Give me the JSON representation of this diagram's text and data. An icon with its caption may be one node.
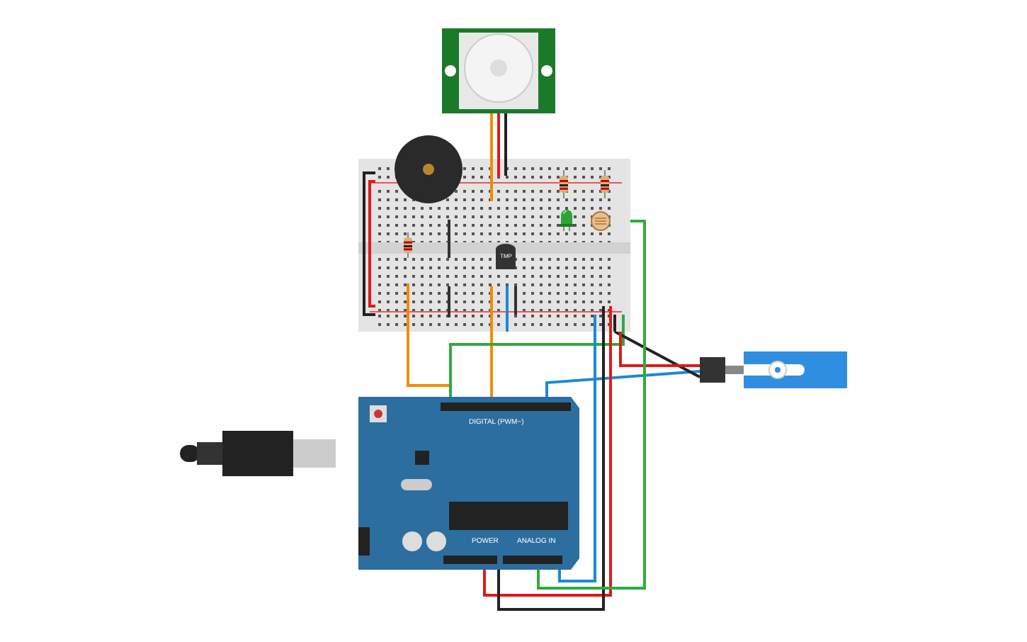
{
  "diagram": {
    "nodes": [
      {
        "text": [],
        "shape": "picture"
      },
      {
        "text": [],
        "shape": "picture"
      },
      {
        "text": [],
        "shape": "circle"
      },
      {
        "text": [],
        "shape": "picture",
        "in": 1
      },
      {
        "text": [],
        "shape": "picture",
        "in": 1
      },
      {
        "text": [],
        "shape": "picture",
        "in": 1
      },
      {
        "text": [],
        "shape": "picture",
        "in": 1
      },
      {
        "text": [],
        "shape": "picture",
        "in": 1
      },
      {
        "text": [
          "TMP"
        ],
        "in": 1
      },
      {
        "text": [],
        "shape": "picture"
      },
      {
        "text": [
          "DIGITAL (PWM~)",
          "POWER",
          "ANALOG IN"
        ]
      },
      {
        "text": [],
        "shape": "picture"
      }
    ],
    "edges": [
      {
        "from": 0,
        "to": 1,
        "arrow": "none",
        "color": "#f28c00"
      },
      {
        "from": 0,
        "to": 1,
        "arrow": "none",
        "color": "#e0191a"
      },
      {
        "from": 0,
        "to": 1,
        "arrow": "none",
        "color": "#222222"
      },
      {
        "from": 1,
        "to": 10,
        "arrow": "none",
        "color": "#f28c00"
      },
      {
        "from": 1,
        "to": 10,
        "arrow": "none",
        "color": "#f28c00"
      },
      {
        "from": 10,
        "to": 1,
        "arrow": "none",
        "color": "#2eab3c"
      },
      {
        "from": 10,
        "to": 9,
        "arrow": "none",
        "color": "#1a8ad4"
      },
      {
        "from": 1,
        "to": 10,
        "arrow": "none",
        "color": "#1a8ad4"
      },
      {
        "from": 1,
        "to": 10,
        "arrow": "none",
        "color": "#e0191a"
      },
      {
        "from": 1,
        "to": 10,
        "arrow": "none",
        "color": "#222222"
      },
      {
        "from": 1,
        "to": 9,
        "arrow": "none",
        "color": "#222222"
      },
      {
        "from": 1,
        "to": 9,
        "arrow": "none",
        "color": "#e0191a"
      },
      {
        "from": 7,
        "to": 10,
        "arrow": "none",
        "color": "#2eab3c"
      }
    ]
  }
}
